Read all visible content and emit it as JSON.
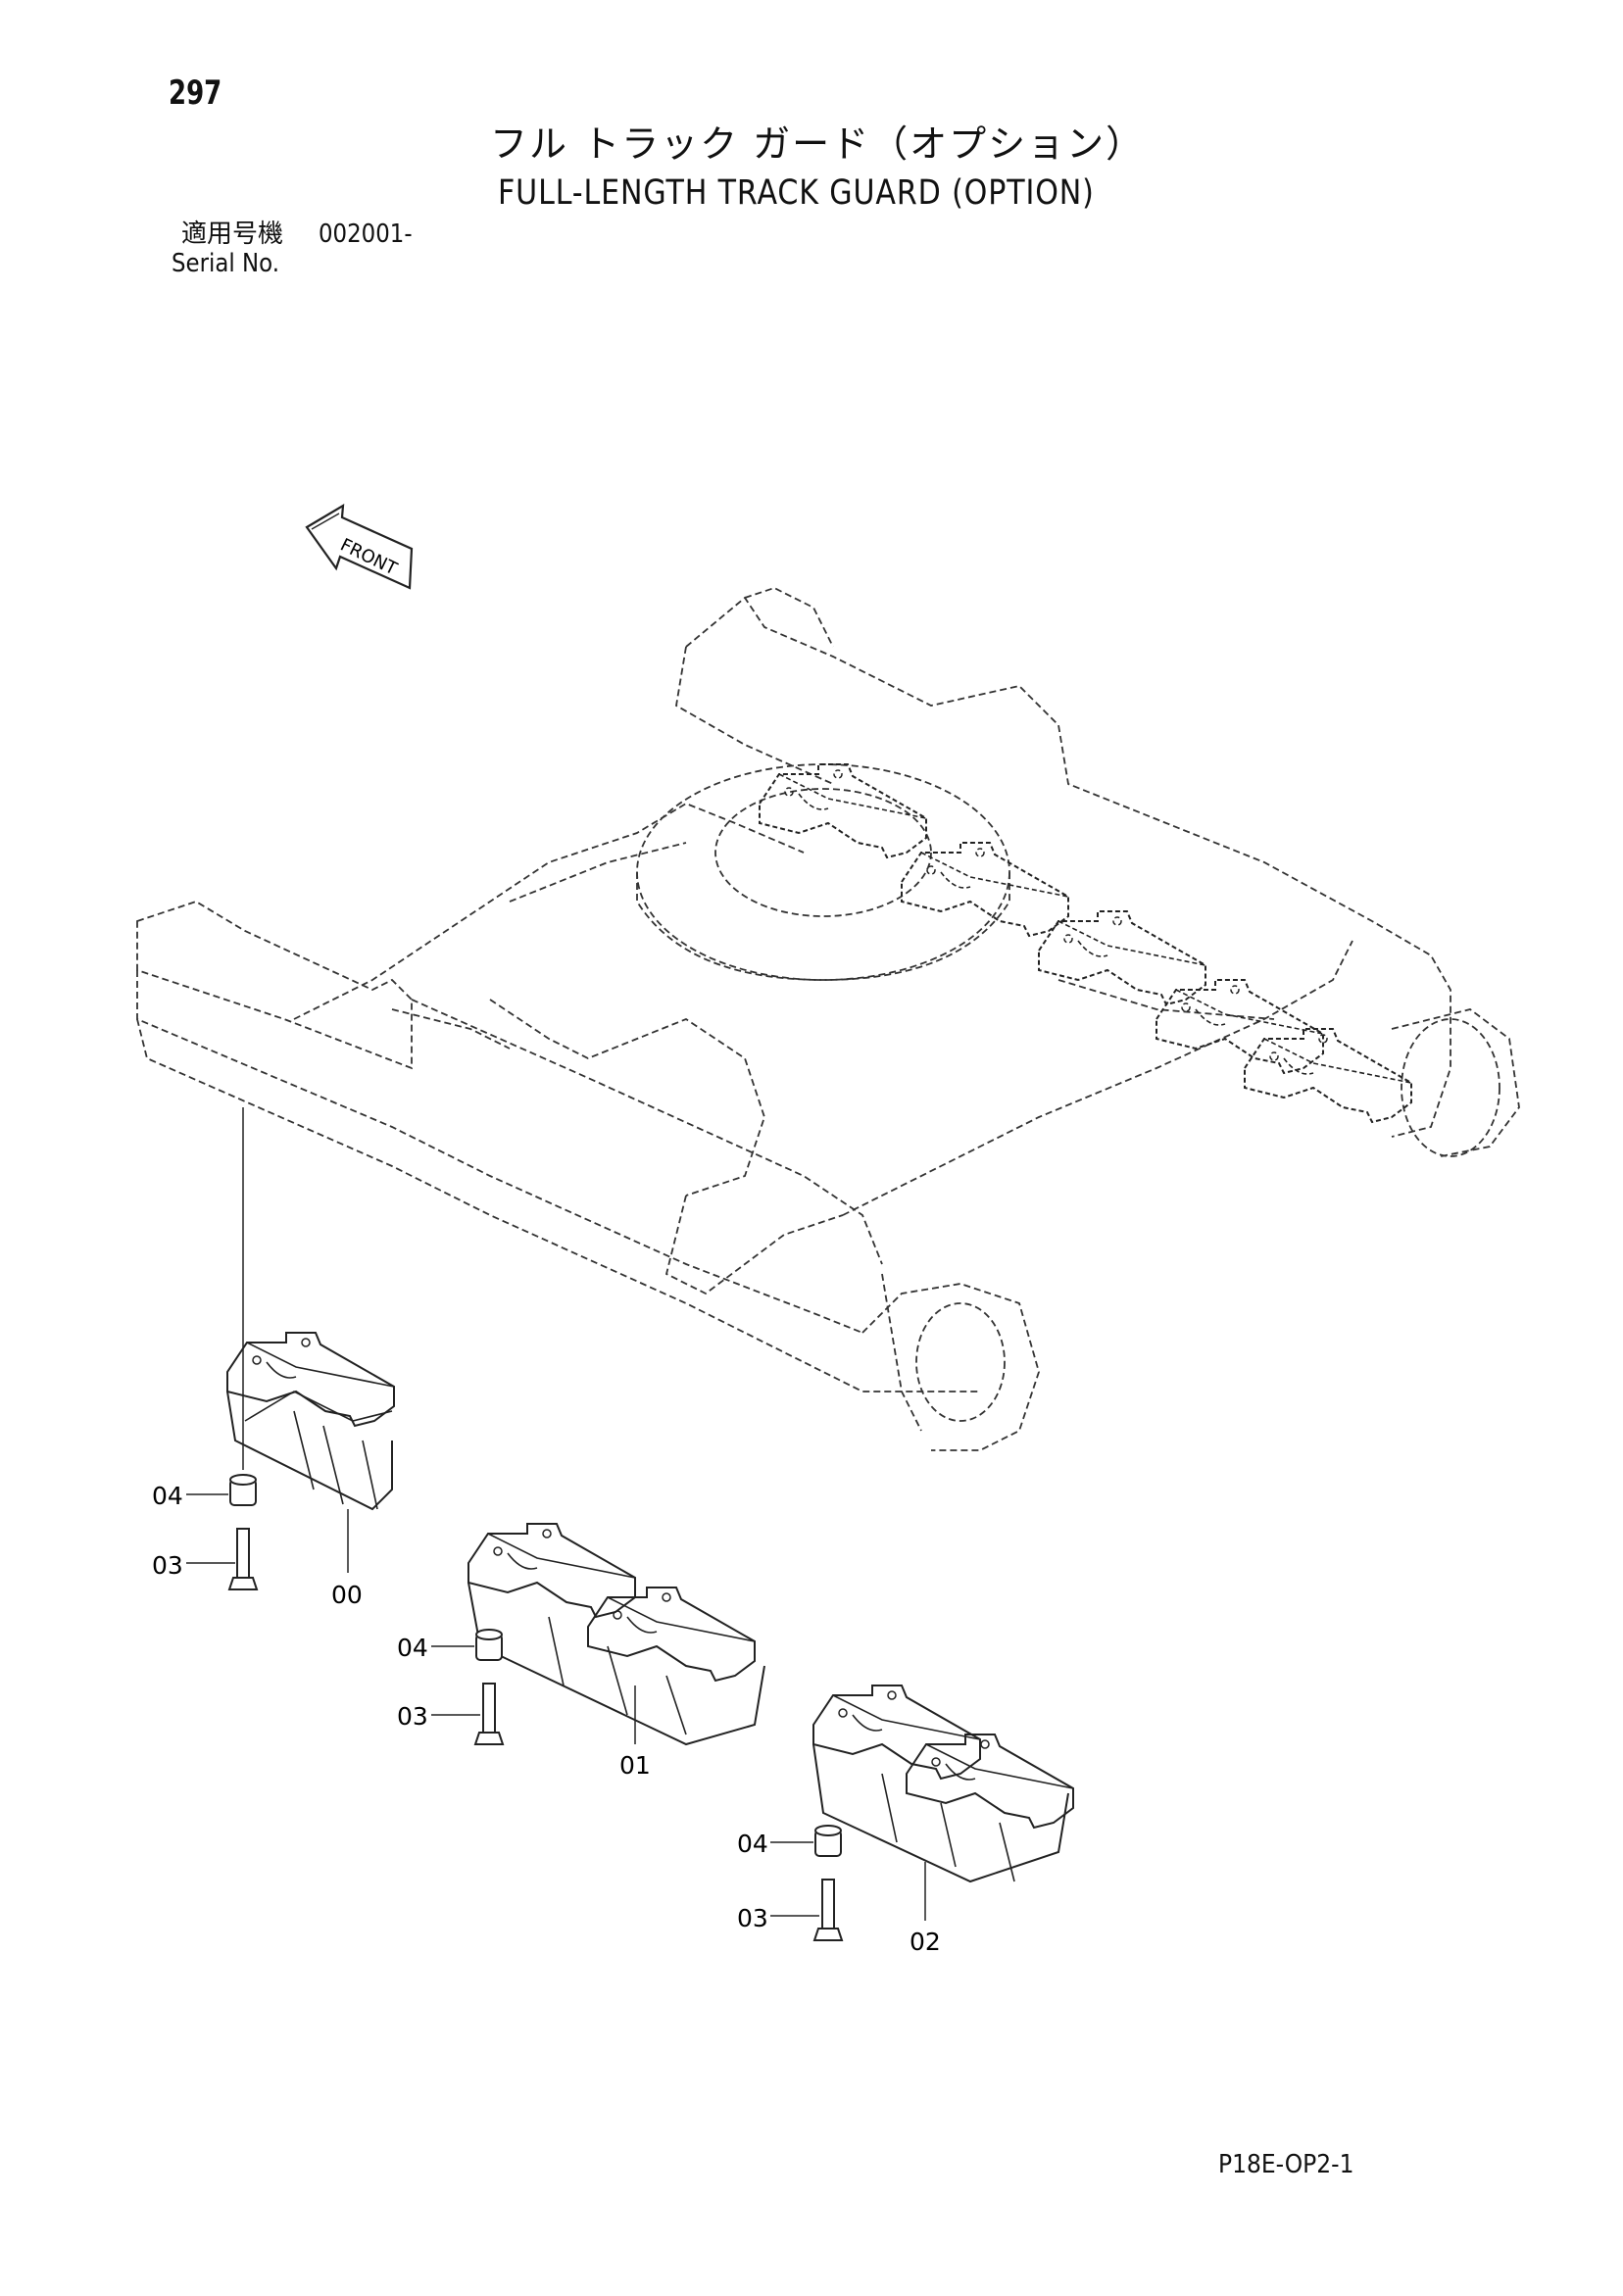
{
  "header": {
    "page_number": "297",
    "title_jp": "フル トラック ガード（オプション）",
    "title_en": "FULL-LENGTH TRACK GUARD (OPTION)",
    "serial_label_jp": "適用号機",
    "serial_value": "002001-",
    "serial_label_en": "Serial No."
  },
  "diagram": {
    "front_label": "FRONT",
    "callouts": {
      "part_00": "00",
      "part_01": "01",
      "part_02": "02",
      "part_03": "03",
      "part_04": "04"
    }
  },
  "footer": {
    "figure_id": "P18E-OP2-1"
  }
}
